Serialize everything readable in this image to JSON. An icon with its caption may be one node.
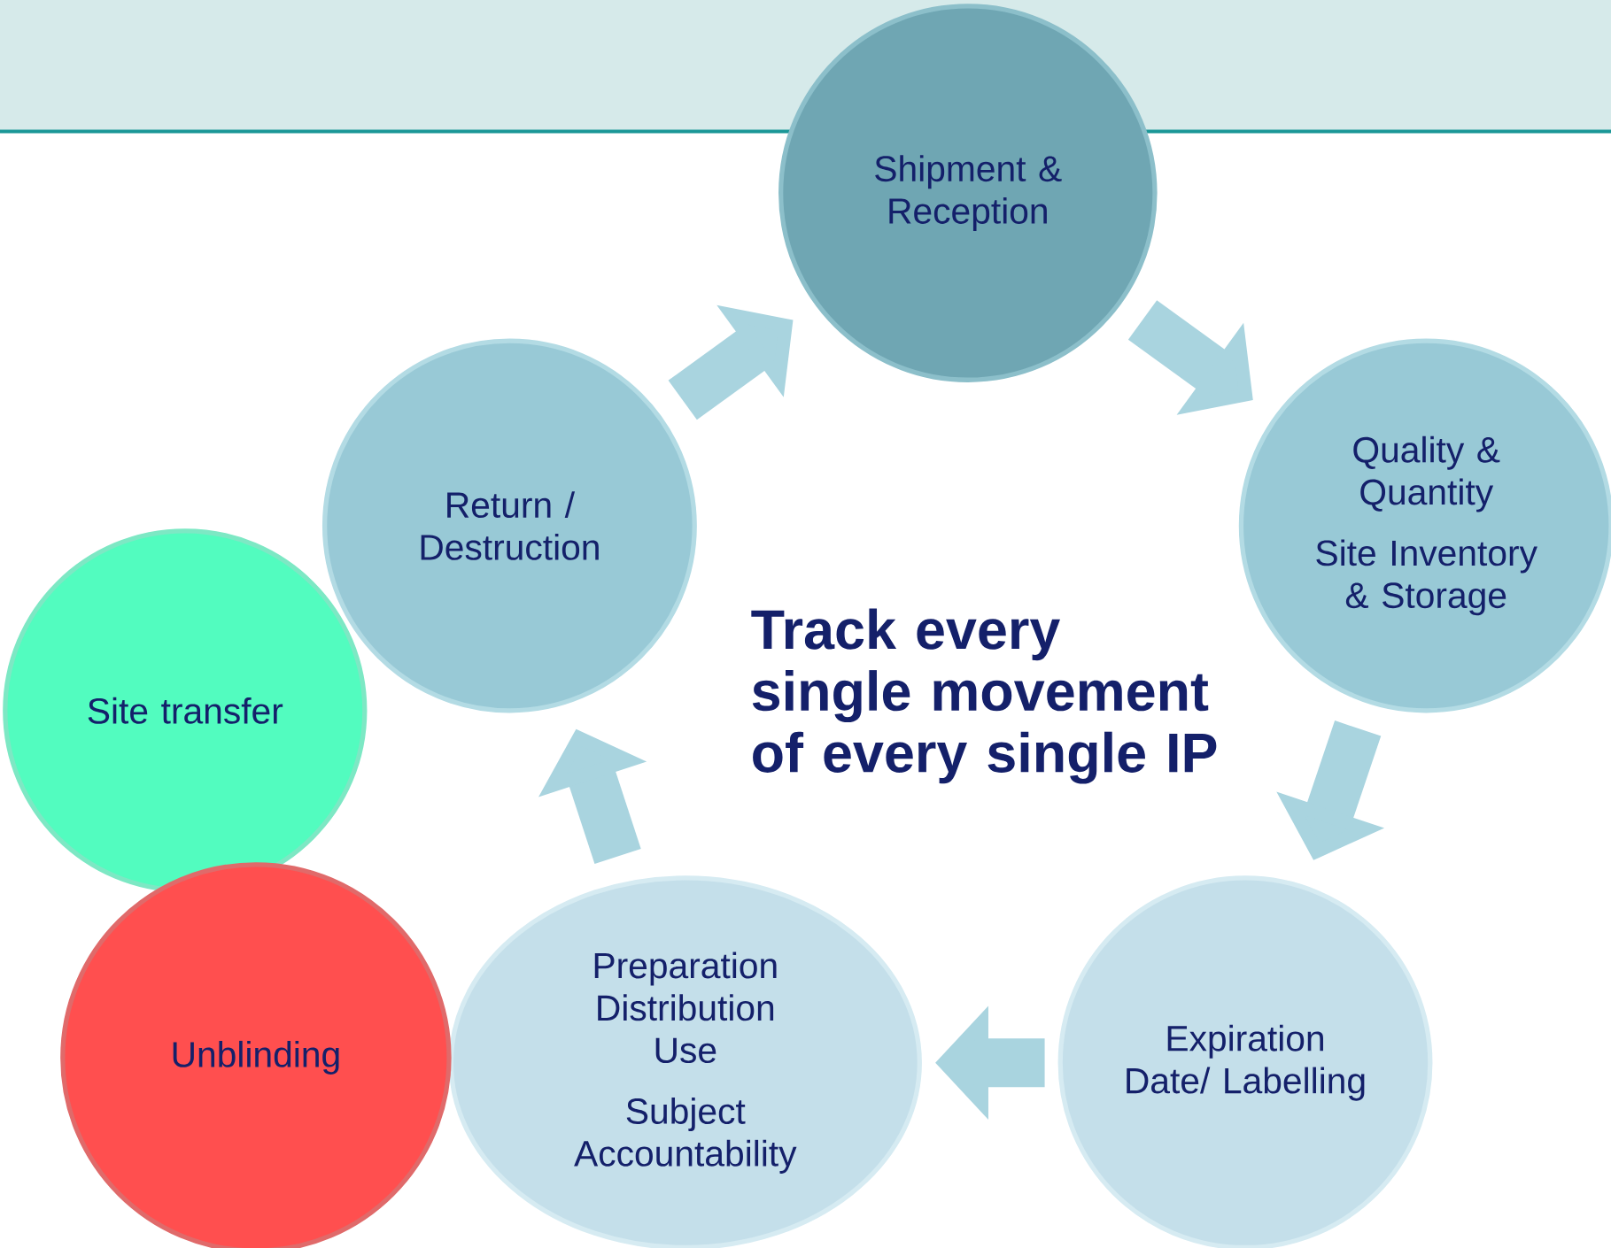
{
  "diagram": {
    "title": "Track every single movement of every single IP",
    "nodes": [
      {
        "text": [
          "Shipment & Reception"
        ]
      },
      {
        "text": [
          "Quality & Quantity",
          "Site Inventory & Storage"
        ]
      },
      {
        "text": [
          "Expiration Date/ Labelling"
        ]
      },
      {
        "text": [
          "Preparation Distribution Use",
          "Subject Accountability"
        ]
      },
      {
        "text": [
          "Return / Destruction"
        ]
      },
      {
        "text": [
          "Site transfer"
        ]
      },
      {
        "text": [
          "Unblinding"
        ]
      }
    ],
    "edges": [
      {
        "from": 4,
        "to": 0,
        "arrow": "to"
      },
      {
        "from": 0,
        "to": 1,
        "arrow": "to"
      },
      {
        "from": 1,
        "to": 2,
        "arrow": "to"
      },
      {
        "from": 2,
        "to": 3,
        "arrow": "to"
      },
      {
        "from": 3,
        "to": 4,
        "arrow": "to"
      }
    ]
  }
}
